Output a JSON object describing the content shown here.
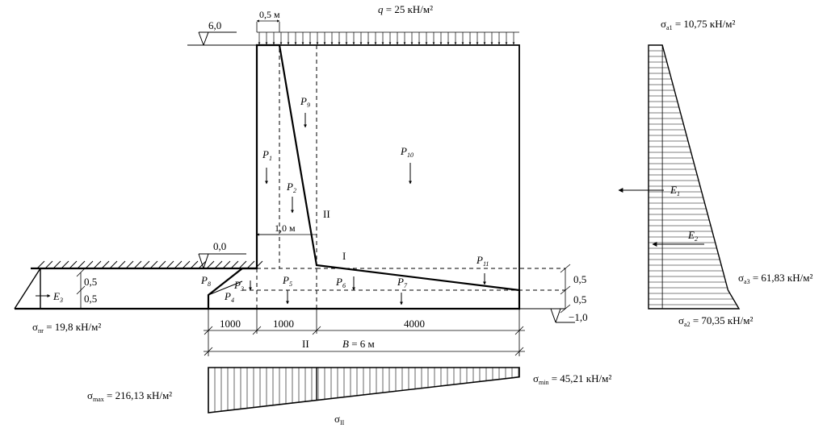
{
  "elevations": {
    "top": "6,0",
    "ground": "0,0",
    "base": "−1,0"
  },
  "load": {
    "q": "q = 25 кН/м²"
  },
  "dimensions": {
    "wall_top": "0,5 м",
    "wall_at_heel": "1,0 м",
    "toe": "1000",
    "stem": "1000",
    "heel": "4000",
    "width": "B = 6 м",
    "layer_top": "0,5",
    "layer_bottom": "0,5",
    "soil_layer_top": "0,5",
    "soil_layer_bottom": "0,5"
  },
  "sections": {
    "I": "I",
    "II_top": "II",
    "II_bottom": "II"
  },
  "forces": {
    "P1": {
      "sym": "P",
      "sub": "1"
    },
    "P2": {
      "sym": "P",
      "sub": "2"
    },
    "P3": {
      "sym": "P",
      "sub": "3"
    },
    "P4": {
      "sym": "P",
      "sub": "4"
    },
    "P5": {
      "sym": "P",
      "sub": "5"
    },
    "P6": {
      "sym": "P",
      "sub": "6"
    },
    "P7": {
      "sym": "P",
      "sub": "7"
    },
    "P8": {
      "sym": "P",
      "sub": "8"
    },
    "P9": {
      "sym": "P",
      "sub": "9"
    },
    "P10": {
      "sym": "P",
      "sub": "10"
    },
    "P11": {
      "sym": "P",
      "sub": "11"
    },
    "E1": {
      "sym": "E",
      "sub": "1"
    },
    "E2": {
      "sym": "E",
      "sub": "2"
    },
    "E3": {
      "sym": "E",
      "sub": "3"
    }
  },
  "pressures": {
    "sigma_a1": {
      "sym": "σ",
      "sub": "a1",
      "value": " = 10,75 кН/м²"
    },
    "sigma_a3": {
      "sym": "σ",
      "sub": "a3",
      "value": " = 61,83 кН/м²"
    },
    "sigma_a2": {
      "sym": "σ",
      "sub": "a2",
      "value": " = 70,35 кН/м²"
    },
    "sigma_pr": {
      "sym": "σ",
      "sub": "пr",
      "value": " = 19,8 кН/м²"
    },
    "sigma_max": {
      "sym": "σ",
      "sub": "max",
      "value": " = 216,13 кН/м²"
    },
    "sigma_min": {
      "sym": "σ",
      "sub": "min",
      "value": " = 45,21 кН/м²"
    },
    "sigma_II": {
      "sym": "σ",
      "sub": "II"
    }
  },
  "pressure_diagram": {
    "top_kpa": 10.75,
    "mid_kpa": 61.83,
    "bottom_kpa": 70.35,
    "base_max_kpa": 216.13,
    "base_min_kpa": 45.21
  }
}
